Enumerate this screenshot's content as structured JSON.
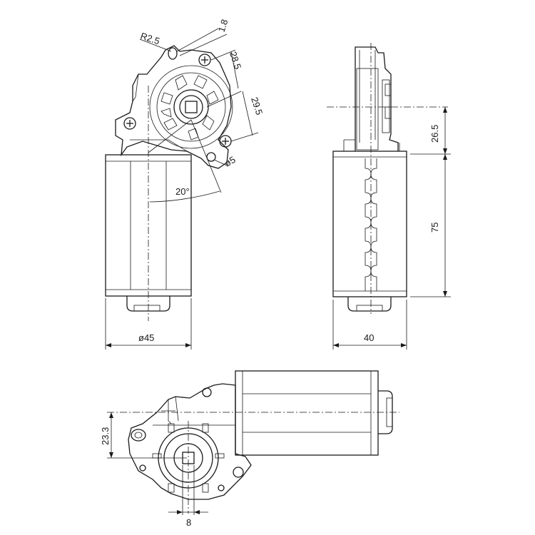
{
  "dimensions": {
    "radius": "R2.5",
    "gap": "1.8",
    "hole_spacing_1": "28.5",
    "hole_spacing_2": "29.5",
    "hole_diameter": "ø5",
    "angle": "20°",
    "motor_diameter": "ø45",
    "height_top": "26.5",
    "motor_length": "75",
    "width": "40",
    "shaft_offset": "23.3",
    "shaft_size": "8"
  },
  "colors": {
    "line": "#1a1a1a",
    "background": "#ffffff"
  }
}
